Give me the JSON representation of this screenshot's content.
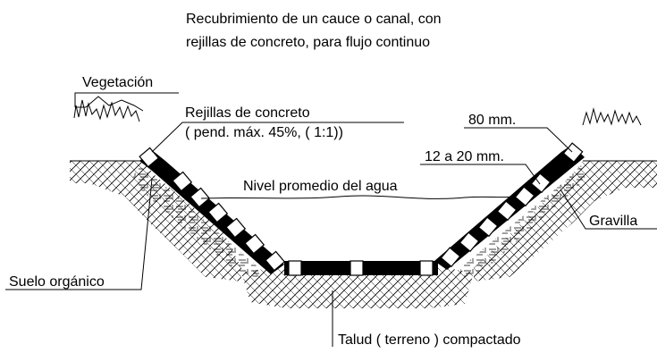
{
  "title": {
    "line1": "Recubrimiento de un cauce o canal, con",
    "line2": "rejillas de concreto, para flujo continuo"
  },
  "labels": {
    "vegetacion": "Vegetación",
    "rejillas_line1": "Rejillas de concreto",
    "rejillas_line2": "( pend. máx. 45%, ( 1:1))",
    "mm80": "80 mm.",
    "mm12_20": "12 a 20 mm.",
    "nivel_agua": "Nivel promedio del agua",
    "gravilla": "Gravilla",
    "suelo_organico": "Suelo orgánico",
    "talud": "Talud ( terreno ) compactado"
  },
  "colors": {
    "ink": "#000000",
    "paper": "#ffffff"
  }
}
